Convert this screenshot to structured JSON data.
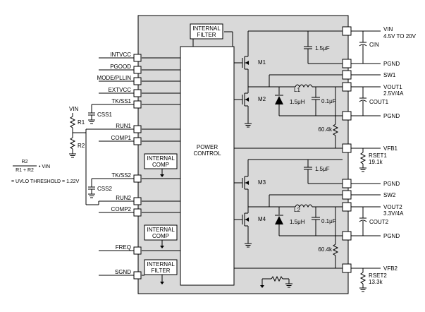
{
  "colors": {
    "chip_fill": "#d9d9d9",
    "wire": "#000000"
  },
  "power_control": {
    "line1": "POWER",
    "line2": "CONTROL"
  },
  "internal_blocks": [
    {
      "line1": "INTERNAL",
      "line2": "FILTER"
    },
    {
      "line1": "INTERNAL",
      "line2": "COMP"
    },
    {
      "line1": "INTERNAL",
      "line2": "COMP"
    },
    {
      "line1": "INTERNAL",
      "line2": "FILTER"
    }
  ],
  "left_pins": [
    "INTVCC",
    "PGOOD",
    "MODE/PLLIN",
    "EXTVCC",
    "TK/SS1",
    "RUN1",
    "COMP1",
    "TK/SS2",
    "RUN2",
    "COMP2",
    "FREQ",
    "SGND"
  ],
  "right_pins": [
    "VIN",
    "PGND",
    "SW1",
    "VOUT1",
    "PGND",
    "VFB1",
    "PGND",
    "SW2",
    "VOUT2",
    "PGND",
    "VFB2"
  ],
  "input": {
    "vin_label": "VIN",
    "vin_range": "4.5V TO 20V",
    "cin_label": "CIN"
  },
  "ch1": {
    "vout_spec": "2.5V/4A",
    "cout_label": "COUT1",
    "inductor_label": "L1",
    "inductor_value": "1.5μH",
    "cap_value": "0.1μF",
    "rset_label": "RSET1",
    "rset_value": "19.1k"
  },
  "ch2": {
    "vout_spec": "3.3V/4A",
    "cout_label": "COUT2",
    "inductor_label": "L2",
    "inductor_value": "1.5μH",
    "cap_value": "0.1μF",
    "rset_label": "RSET2",
    "rset_value": "13.3k"
  },
  "internal_parts": {
    "m1": "M1",
    "m2": "M2",
    "m3": "M3",
    "m4": "M4",
    "cap_top1": "1.5μF",
    "cap_top2": "1.5μF",
    "res1": "60.4k",
    "res2": "60.4k"
  },
  "external": {
    "vin_node": "VIN",
    "r1": "R1",
    "r2": "R2",
    "css1": "CSS1",
    "css2": "CSS2"
  },
  "formula": {
    "numerator": "R2",
    "denominator": "R1 + R2",
    "dot_vin": "• VIN",
    "threshold": "= UVLO THRESHOLD = 1.22V"
  }
}
